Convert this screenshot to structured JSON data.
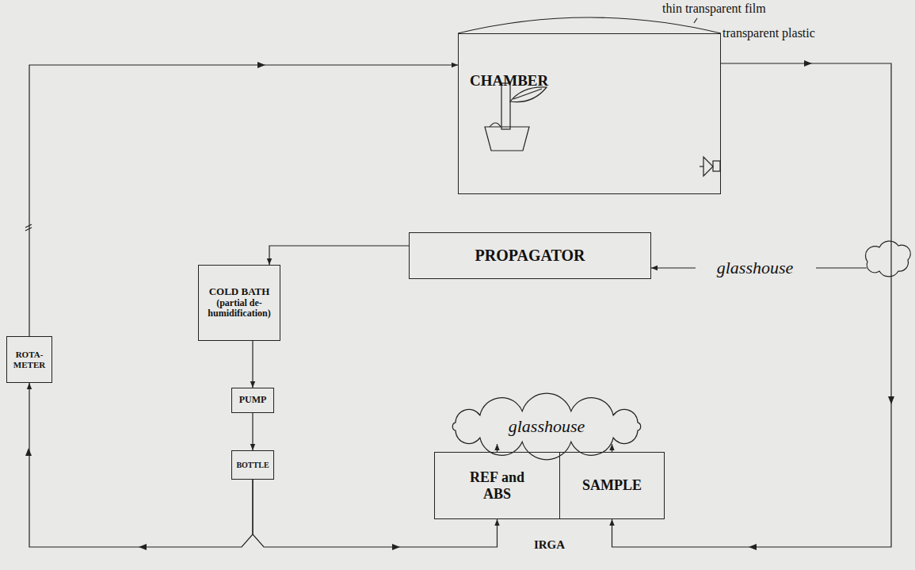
{
  "diagram": {
    "nodes": [
      {
        "text": [
          "CHAMBER"
        ]
      },
      {
        "text": [
          "glasshouse"
        ]
      },
      {
        "text": [
          "PROPAGATOR"
        ]
      },
      {
        "text": [
          "COLD BATH",
          "(partial de- humidification)"
        ]
      },
      {
        "text": [
          "ROTA- METER"
        ]
      },
      {
        "text": [
          "PUMP"
        ]
      },
      {
        "text": [
          "glasshouse"
        ]
      },
      {
        "text": [
          "BOTTLE"
        ]
      },
      {
        "text": [
          "IRGA"
        ]
      },
      {
        "text": [
          "REF and ABS"
        ],
        "in": 8
      },
      {
        "text": [
          "SAMPLE"
        ],
        "in": 8
      }
    ],
    "edges": [
      {
        "from": 4,
        "to": 0,
        "arrow": "to"
      },
      {
        "from": 0,
        "to": 10,
        "arrow": "to"
      },
      {
        "from": 1,
        "to": 2,
        "arrow": "to"
      },
      {
        "from": 2,
        "to": 3,
        "arrow": "to"
      },
      {
        "from": 3,
        "to": 5,
        "arrow": "to"
      },
      {
        "from": 5,
        "to": 7,
        "arrow": "to"
      },
      {
        "from": 7,
        "to": 4,
        "arrow": "to"
      },
      {
        "from": 7,
        "to": 9,
        "arrow": "to"
      },
      {
        "from": 9,
        "to": 6,
        "arrow": "to"
      },
      {
        "from": 10,
        "to": 6,
        "arrow": "to"
      }
    ],
    "labels": [
      "thin transparent film",
      "transparent plastic"
    ]
  }
}
